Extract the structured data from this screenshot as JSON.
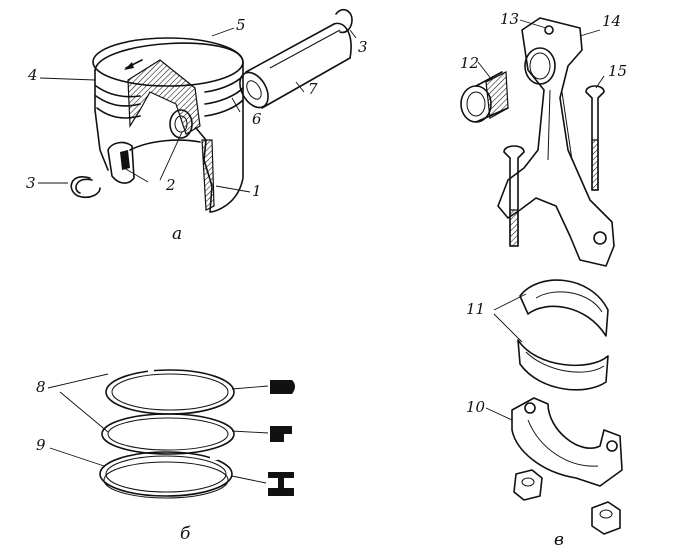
{
  "figure": {
    "sublabels": {
      "a": "а",
      "b": "б",
      "c": "в"
    },
    "callouts": {
      "n1": "1",
      "n2": "2",
      "n3_left": "3",
      "n3_right": "3",
      "n4": "4",
      "n5": "5",
      "n6": "6",
      "n7": "7",
      "n8": "8",
      "n9": "9",
      "n10": "10",
      "n11": "11",
      "n12": "12",
      "n13": "13",
      "n14": "14",
      "n15": "15"
    }
  }
}
